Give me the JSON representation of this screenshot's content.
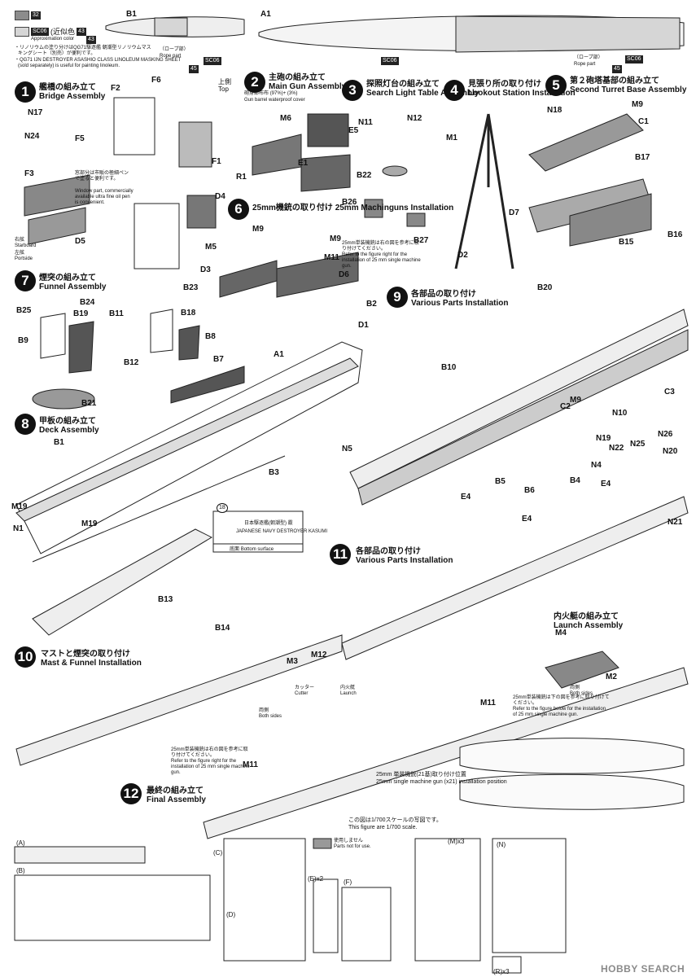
{
  "legend": {
    "color_32_code": "32",
    "approx_code": "SC06",
    "approx_jp": "(近似色",
    "approx_code2": "43",
    "approx_en": "Approximation color",
    "approx_code3": "43",
    "colors": {
      "gray": "#8c8c8c",
      "light": "#d6d6d6"
    }
  },
  "masking_note": {
    "jp1": "・リノリウムの塗り分けはQG71駆逐艦 朝潮型リノリウムマス",
    "jp2": "キングシート（別売）が便利です。",
    "en1": "・QG71 IJN DESTROYER ASASHIO CLASS LINOLEUM MASKING SHEET",
    "en2": "(sold separately) is useful for painting linoleum."
  },
  "top_parts": {
    "b1": "B1",
    "a1": "A1",
    "rope_jp": "（ロープ部）",
    "rope_en": "Rope part",
    "sc06": "SC06",
    "n45": "45",
    "n32": "32"
  },
  "steps": [
    {
      "num": "1",
      "jp": "艦橋の組み立て",
      "en": "Bridge Assembly"
    },
    {
      "num": "2",
      "jp": "主砲の組み立て",
      "en": "Main Gun Assembly"
    },
    {
      "num": "3",
      "jp": "探照灯台の組み立て",
      "en": "Search Light Table Assembly"
    },
    {
      "num": "4",
      "jp": "見張り所の取り付け",
      "en": "Lookout Station Installation"
    },
    {
      "num": "5",
      "jp": "第２砲塔基部の組み立て",
      "en": "Second Turret Base Assembly"
    },
    {
      "num": "6",
      "jp": "25mm機銃の取り付け",
      "en": "25mm Machinguns Installation"
    },
    {
      "num": "7",
      "jp": "煙突の組み立て",
      "en": "Funnel Assembly"
    },
    {
      "num": "8",
      "jp": "甲板の組み立て",
      "en": "Deck Assembly"
    },
    {
      "num": "9",
      "jp": "各部品の取り付け",
      "en": "Various Parts Installation"
    },
    {
      "num": "10",
      "jp": "マストと煙突の取り付け",
      "en": "Mast & Funnel Installation"
    },
    {
      "num": "11",
      "jp": "各部品の取り付け",
      "en": "Various Parts Installation"
    },
    {
      "num": "12",
      "jp": "最終の組み立て",
      "en": "Final Assembly"
    }
  ],
  "launch": {
    "jp": "内火艇の組み立て",
    "en": "Launch Assembly"
  },
  "notes": {
    "gun_cover_jp": "砲身部布布",
    "gun_cover_code": "(97%)+",
    "gun_cover_code2": "(3%)",
    "gun_cover_en": "Gun barrel waterproof cover",
    "window_jp": "窓部分は市販の極細ペンで塗ると便利です。",
    "window_en": "Window part, commercially available ultra fine oil pen is convenient.",
    "starboard_jp": "右舷",
    "starboard_en": "Starboard",
    "portside_jp": "左舷",
    "portside_en": "Portside",
    "top_jp": "上側",
    "top_en": "Top",
    "mg_jp": "25mm単装機銃は右の図を参考に取り付けてください。",
    "mg_en": "Refer to the figure right for the installation of 25 mm single machine gun.",
    "mg2_jp": "25mm単装機銃は下の図を参考に取り付けてください。",
    "mg2_en": "Refer to the figure below for the installation of 25 mm single machine gun.",
    "both_jp": "両側",
    "both_en": "Both sides",
    "cutter_jp": "カッター",
    "cutter_en": "Cutter",
    "launch_jp": "内火艇",
    "launch_en": "Launch",
    "bottom_jp": "底面",
    "bottom_en": "Bottom surface",
    "ship_name_jp": "日本駆逐艦(朝潮型) 霰",
    "ship_name_en": "JAPANESE NAVY DESTROYER KASUMI",
    "decal_num": "18",
    "mg_pos_jp": "25mm 単装機銃(21基)取り付け位置",
    "mg_pos_en": "25mm single machine gun (x21) installation position",
    "scale_jp": "この図は1/700スケールの写図です。",
    "scale_en": "This figure are 1/700 scale."
  },
  "labels": {
    "F2": "F2",
    "F6": "F6",
    "F5": "F5",
    "F1": "F1",
    "F3": "F3",
    "N17": "N17",
    "N24": "N24",
    "D4": "D4",
    "D5": "D5",
    "M6": "M6",
    "R1": "R1",
    "E5": "E5",
    "E1": "E1",
    "N11": "N11",
    "N12": "N12",
    "B22": "B22",
    "B26": "B26",
    "B27": "B27",
    "M1": "M1",
    "D7": "D7",
    "D2": "D2",
    "N18": "N18",
    "M9": "M9",
    "C1": "C1",
    "B17": "B17",
    "B15": "B15",
    "B16": "B16",
    "M9b": "M9",
    "M9c": "M9",
    "M5": "M5",
    "M11": "M11",
    "D3": "D3",
    "D6": "D6",
    "B23": "B23",
    "B24": "B24",
    "B25": "B25",
    "B19": "B19",
    "B11": "B11",
    "B18": "B18",
    "B8": "B8",
    "B9": "B9",
    "B12": "B12",
    "B7": "B7",
    "B21": "B21",
    "B2": "B2",
    "D1": "D1",
    "A1": "A1",
    "B1": "B1",
    "B3": "B3",
    "M19": "M19",
    "M19b": "M19",
    "N1": "N1",
    "B20": "B20",
    "B10": "B10",
    "N5": "N5",
    "C3": "C3",
    "M9d": "M9",
    "C2": "C2",
    "N10": "N10",
    "N19": "N19",
    "N26": "N26",
    "N22": "N22",
    "N25": "N25",
    "N4": "N4",
    "N20": "N20",
    "E4": "E4",
    "E4b": "E4",
    "E4c": "E4",
    "B5": "B5",
    "B6": "B6",
    "B4": "B4",
    "N21": "N21",
    "B13": "B13",
    "B14": "B14",
    "M3": "M3",
    "M12": "M12",
    "M11b": "M11",
    "M11c": "M11",
    "M4": "M4",
    "M2": "M2"
  },
  "runners": {
    "A": "(A)",
    "B": "(B)",
    "C": "(C)",
    "D": "(D)",
    "E": "(E)",
    "Ex": "x2",
    "F": "(F)",
    "M": "(M)",
    "Mx": "x3",
    "N": "(N)",
    "R": "(R)",
    "Rx": "x3",
    "unused_jp": "使用しません",
    "unused_en": "Parts not for use."
  },
  "watermark": "HOBBY SEARCH"
}
